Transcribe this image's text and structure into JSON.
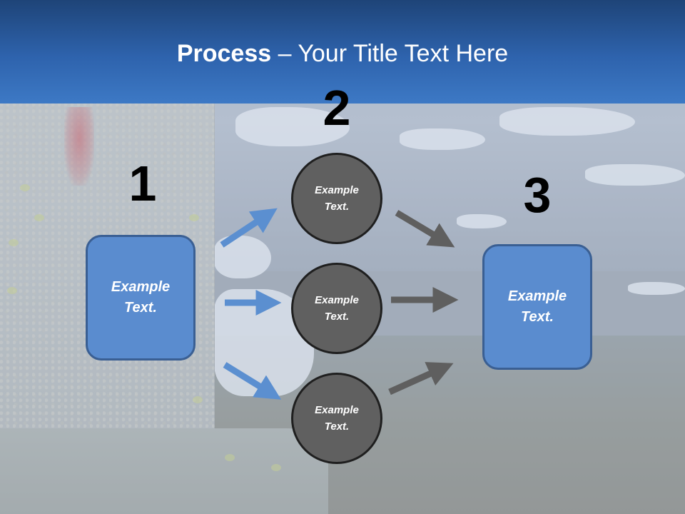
{
  "title": {
    "bold": "Process",
    "rest": " – Your Title Text Here"
  },
  "steps": {
    "one": "1",
    "two": "2",
    "three": "3"
  },
  "left_box": {
    "text": "Example\nText."
  },
  "right_box": {
    "text": "Example\nText."
  },
  "circles": [
    {
      "text": "Example\nText."
    },
    {
      "text": "Example\nText."
    },
    {
      "text": "Example\nText."
    }
  ],
  "colors": {
    "header_dark": "#1e4478",
    "header_light": "#3d79c5",
    "box_fill": "#5a8ccf",
    "circle_fill": "#606060",
    "arrow_blue": "#5b8fd0",
    "arrow_gray": "#5f5f5f"
  }
}
